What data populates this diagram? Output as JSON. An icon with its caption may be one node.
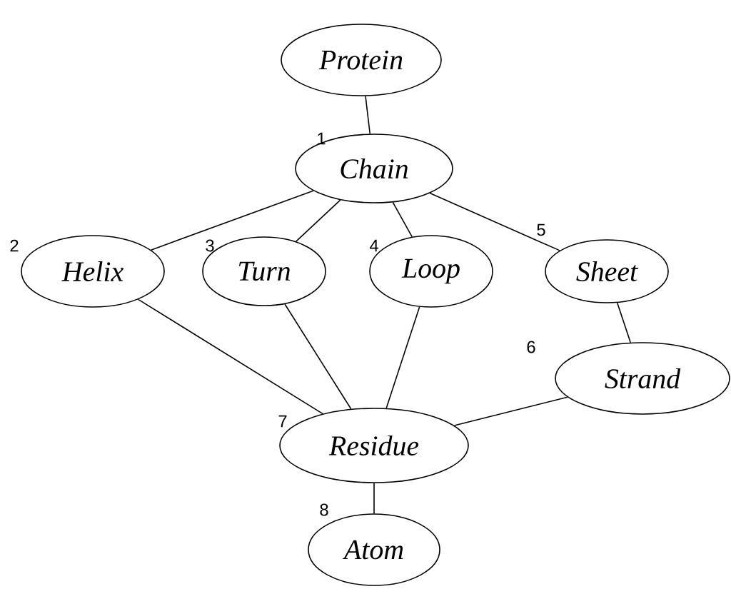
{
  "diagram": {
    "nodes": [
      {
        "text": [
          "Protein"
        ]
      },
      {
        "text": [
          "Chain"
        ],
        "beside": [
          "1"
        ]
      },
      {
        "text": [
          "Helix"
        ],
        "beside": [
          "2"
        ]
      },
      {
        "text": [
          "Turn"
        ],
        "beside": [
          "3"
        ]
      },
      {
        "text": [
          "Loop"
        ],
        "beside": [
          "4"
        ]
      },
      {
        "text": [
          "Sheet"
        ],
        "beside": [
          "5"
        ]
      },
      {
        "text": [
          "Strand"
        ],
        "beside": [
          "6"
        ]
      },
      {
        "text": [
          "Residue"
        ],
        "beside": [
          "7"
        ]
      },
      {
        "text": [
          "Atom"
        ],
        "beside": [
          "8"
        ]
      }
    ],
    "edges": [
      {
        "from": 0,
        "to": 1,
        "arrow": "none"
      },
      {
        "from": 1,
        "to": 2,
        "arrow": "none"
      },
      {
        "from": 1,
        "to": 3,
        "arrow": "none"
      },
      {
        "from": 1,
        "to": 4,
        "arrow": "none"
      },
      {
        "from": 1,
        "to": 5,
        "arrow": "none"
      },
      {
        "from": 5,
        "to": 6,
        "arrow": "none"
      },
      {
        "from": 2,
        "to": 7,
        "arrow": "none"
      },
      {
        "from": 3,
        "to": 7,
        "arrow": "none"
      },
      {
        "from": 4,
        "to": 7,
        "arrow": "none"
      },
      {
        "from": 6,
        "to": 7,
        "arrow": "none"
      },
      {
        "from": 7,
        "to": 8,
        "arrow": "none"
      }
    ]
  }
}
